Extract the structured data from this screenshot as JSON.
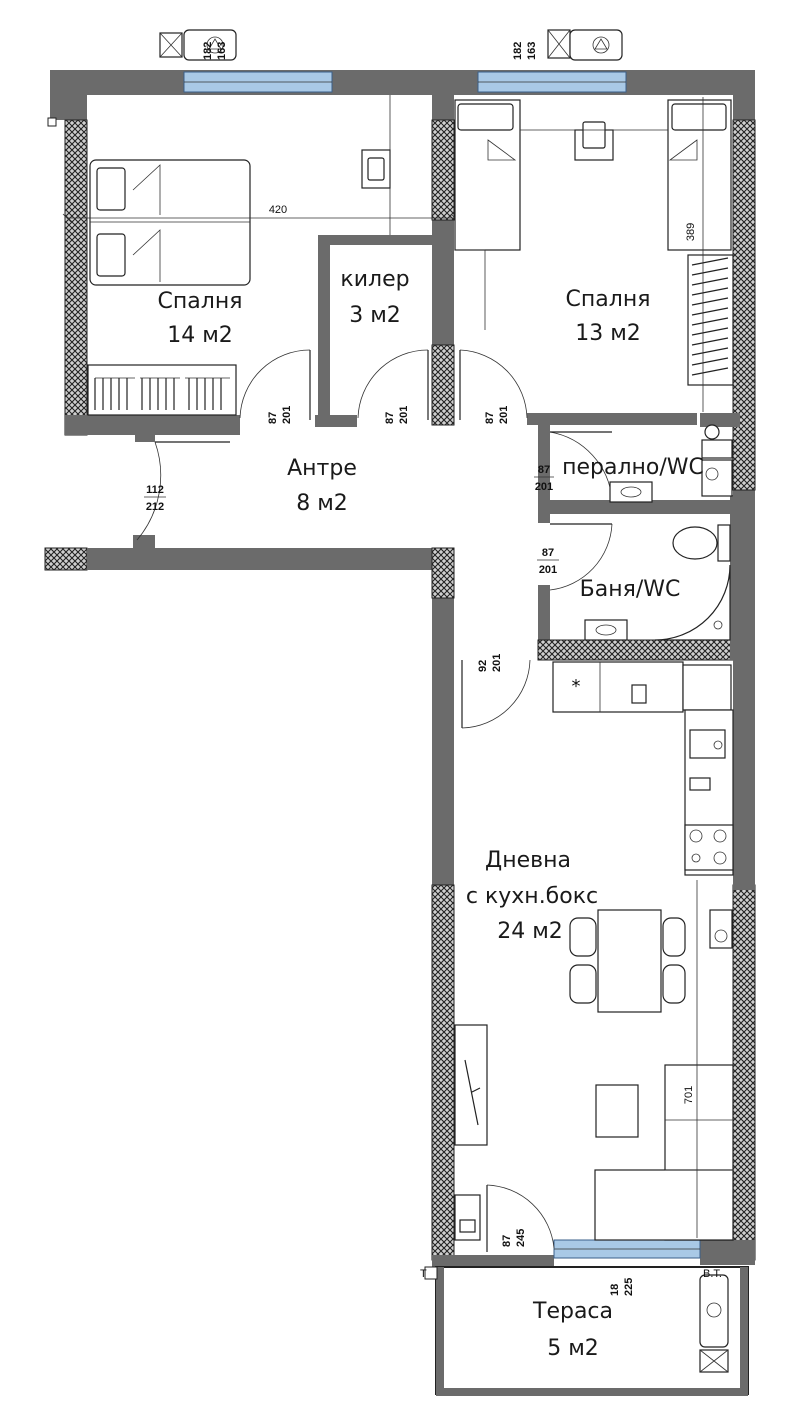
{
  "rooms": {
    "bedroom1": {
      "name": "Спалня",
      "area": "14 м2"
    },
    "storage": {
      "name": "килер",
      "area": "3 м2"
    },
    "bedroom2": {
      "name": "Спалня",
      "area": "13 м2"
    },
    "hall": {
      "name": "Антре",
      "area": "8 м2"
    },
    "laundry": {
      "name": "перално/WC"
    },
    "bath": {
      "name": "Баня/WC"
    },
    "living": {
      "name": "Дневна",
      "sub": "с кухн.бокс",
      "area": "24 м2"
    },
    "terrace": {
      "name": "Тераса",
      "area": "5 м2"
    }
  },
  "dimensions": {
    "bedroom1_width": "420",
    "bedroom2_depth": "389",
    "living_depth": "701",
    "window_top": {
      "w": "182",
      "h": "163"
    },
    "entrance": {
      "w": "112",
      "h": "212"
    },
    "door_87_201": {
      "w": "87",
      "h": "201"
    },
    "door_92_201": {
      "w": "92",
      "h": "201"
    },
    "door_87_245": {
      "w": "87",
      "h": "245"
    },
    "terrace_door": {
      "w": "18",
      "h": "225"
    }
  },
  "markers": {
    "T": "T",
    "BT": "B.T."
  },
  "colors": {
    "wall": "#6b6b6b",
    "glass": "#a9c9e6",
    "hatch": "#222222"
  }
}
